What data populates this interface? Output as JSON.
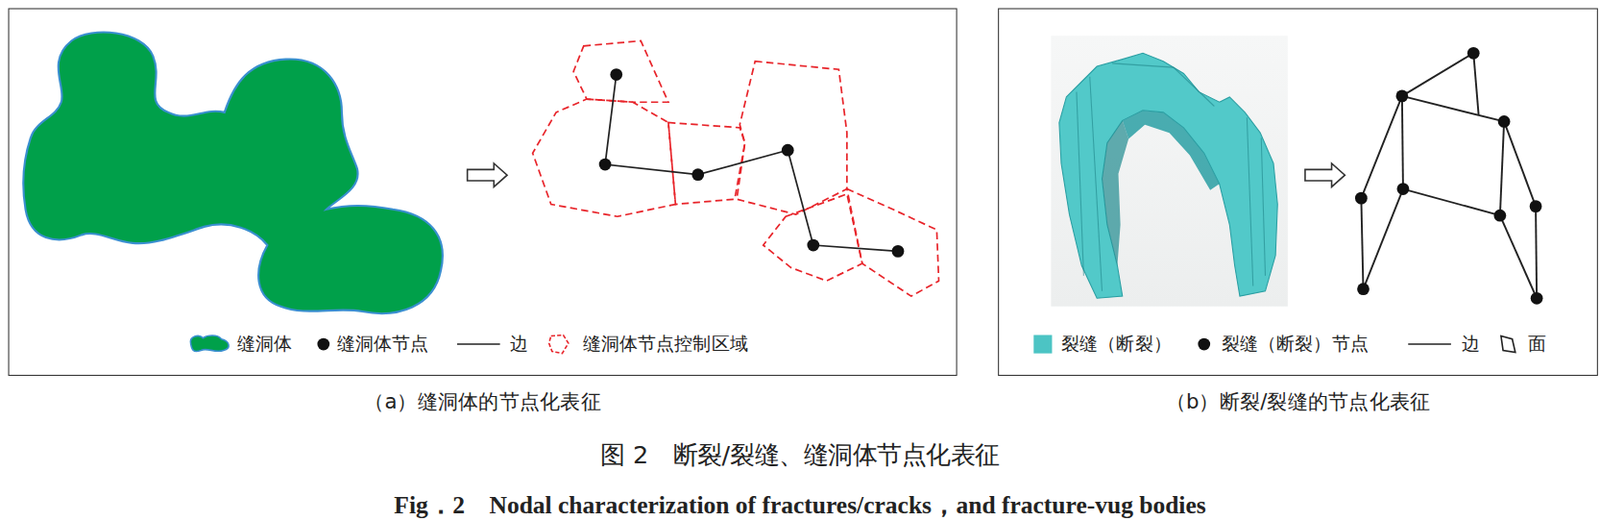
{
  "diagram": {
    "title": "图 2　断裂/裂缝、缝洞体节点化表征",
    "caption": "Fig．2　Nodal characterization of fractures/cracks，and fracture-vug bodies",
    "nodes": [
      {
        "text": [
          "（a）缝洞体的节点化表征"
        ]
      },
      {
        "text": [
          "（b）断裂/裂缝的节点化表征"
        ]
      }
    ],
    "legend": [
      {
        "text": "缝洞体",
        "color": "#00a04a"
      },
      {
        "text": "缝洞体节点"
      },
      {
        "text": "边"
      },
      {
        "text": "缝洞体节点控制区域"
      },
      {
        "text": "裂缝（断裂）",
        "color": "#4cc4c4"
      },
      {
        "text": "裂缝（断裂）节点"
      },
      {
        "text": "边"
      },
      {
        "text": "面"
      }
    ]
  }
}
